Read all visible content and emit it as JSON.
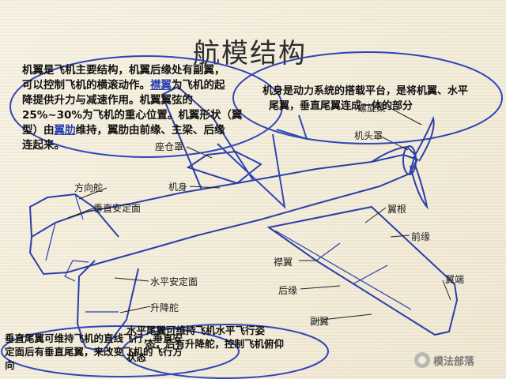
{
  "title": "航模结构",
  "labels": {
    "propeller": "螺旋桨",
    "nose": "机头罩",
    "canopy": "座仓罩",
    "fuselage": "机身",
    "rudder": "方向舵",
    "vertical_stabilizer": "垂直安定面",
    "wing_root": "翼根",
    "leading_edge": "前缘",
    "flap": "襟翼",
    "horizontal_stabilizer": "水平安定面",
    "trailing_edge": "后缘",
    "wing_tip": "翼端",
    "elevator": "升降舵",
    "aileron": "副翼"
  },
  "notes": {
    "wing_a": "机翼是飞机主要结构，机翼后缘处有副翼，",
    "wing_b": "可以控制飞机的横滚动作。",
    "wing_flap": "襟翼",
    "wing_c": "为飞机的起",
    "wing_d": "降提供升力与减速作用。机翼翼弦的",
    "wing_e": "25%~30%为飞机的重心位置。机翼形状（翼",
    "wing_f": "型）由",
    "wing_rib": "翼肋",
    "wing_g": "维持，翼肋由前缘、主梁、后缘",
    "wing_h": "连起来。",
    "fuselage_a": "机身是动力系统的搭载平台，是将机翼、水平",
    "fuselage_b": "尾翼，垂直尾翼连成一体的部分",
    "vertical_a": "垂直尾翼可维持飞机的直线飞行，垂直安",
    "vertical_b": "定面后有垂直尾翼，来改变飞机的飞行方",
    "vertical_c": "向",
    "horizontal_a": "水平尾翼可维持飞机水平飞行姿",
    "horizontal_b": "态，后有升降舵，控制飞机俯仰",
    "horizontal_c": "状态"
  },
  "watermark": "模法部落",
  "colors": {
    "ellipse": "#2f46b8",
    "outline": "#2b3fa8",
    "pointer": "#222222",
    "link": "#2a3fb0"
  }
}
